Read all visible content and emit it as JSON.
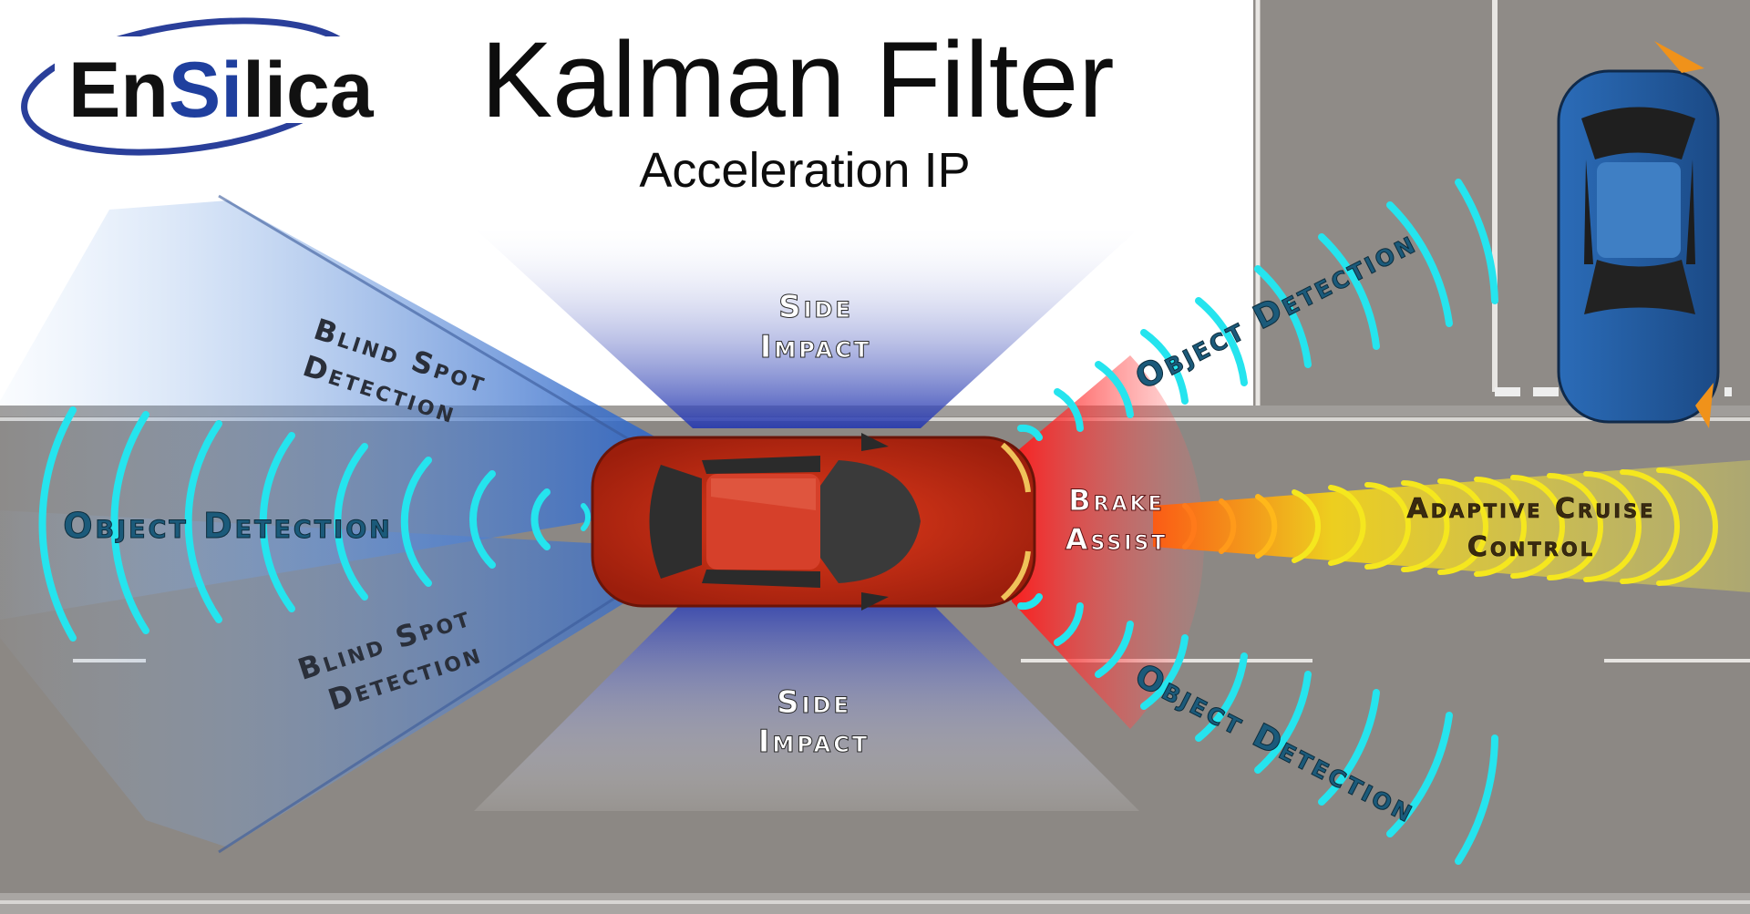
{
  "logo": {
    "part1": "En",
    "part2": "Si",
    "part3": "lica",
    "colors": {
      "text": "#111111",
      "accent": "#1f3f9e",
      "swoosh": "#2a3f9a"
    }
  },
  "title": {
    "main": "Kalman Filter",
    "sub": "Acceleration IP"
  },
  "zones": {
    "side_impact_top": {
      "line1": "Side",
      "line2": "Impact"
    },
    "side_impact_bottom": {
      "line1": "Side",
      "line2": "Impact"
    },
    "blind_spot_top": {
      "line1": "Blind Spot",
      "line2": "Detection"
    },
    "blind_spot_bottom": {
      "line1": "Blind Spot",
      "line2": "Detection"
    },
    "object_detection_rear": "Object Detection",
    "object_detection_front_top": "Object Detection",
    "object_detection_front_bottom": "Object Detection",
    "brake_assist": {
      "line1": "Brake",
      "line2": "Assist"
    },
    "adaptive_cruise": {
      "line1": "Adaptive Cruise",
      "line2": "Control"
    }
  },
  "icons": {
    "ego_car": "red-car-icon",
    "other_car": "blue-car-icon"
  },
  "colors": {
    "road": "#8e8a86",
    "sidewalk": "#9a9794",
    "ego_car": "#c02a12",
    "other_car": "#2f6fb0",
    "sensor_wave": "#22e6ef",
    "brake_red": "#ff2a2a",
    "cruise_yellow": "#f2e21a",
    "side_blue": "#2a3fb0"
  }
}
